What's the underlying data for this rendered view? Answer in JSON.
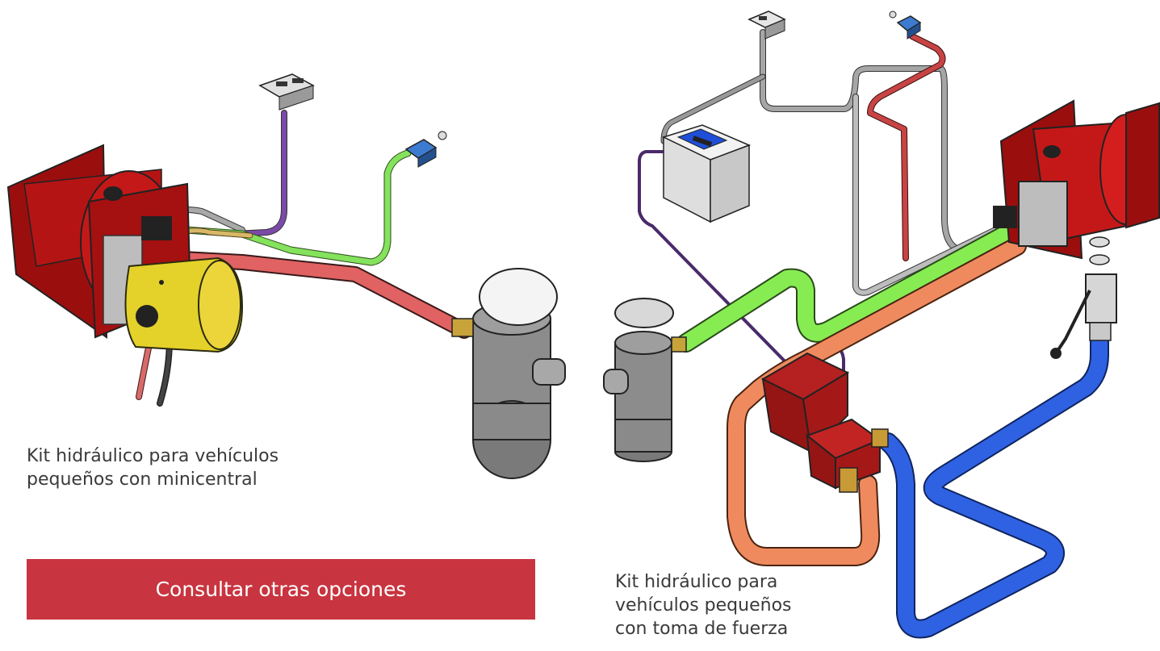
{
  "captions": {
    "left_kit": "Kit hidráulico para vehículos pequeños con minicentral",
    "right_kit": "Kit hidráulico para vehículos pequeños con toma de fuerza"
  },
  "cta": {
    "label": "Consultar otras opciones"
  },
  "colors": {
    "accent": "#c8343f",
    "tank_red": "#b51414",
    "motor_yellow": "#e4d12a",
    "cylinder_grey": "#8c8c8c",
    "hose_red": "#e06060",
    "hose_green": "#7fe060",
    "hose_orange": "#ef8a5f",
    "hose_blue": "#2f5fe0",
    "hose_purple": "#7b4aa8"
  },
  "illustration": {
    "items": [
      "hydraulic-tank-icon",
      "electric-motor-icon",
      "control-switch-icon",
      "limit-switch-icon",
      "telescopic-cylinder-icon",
      "control-box-icon",
      "pto-pump-icon",
      "ball-valve-icon"
    ]
  }
}
